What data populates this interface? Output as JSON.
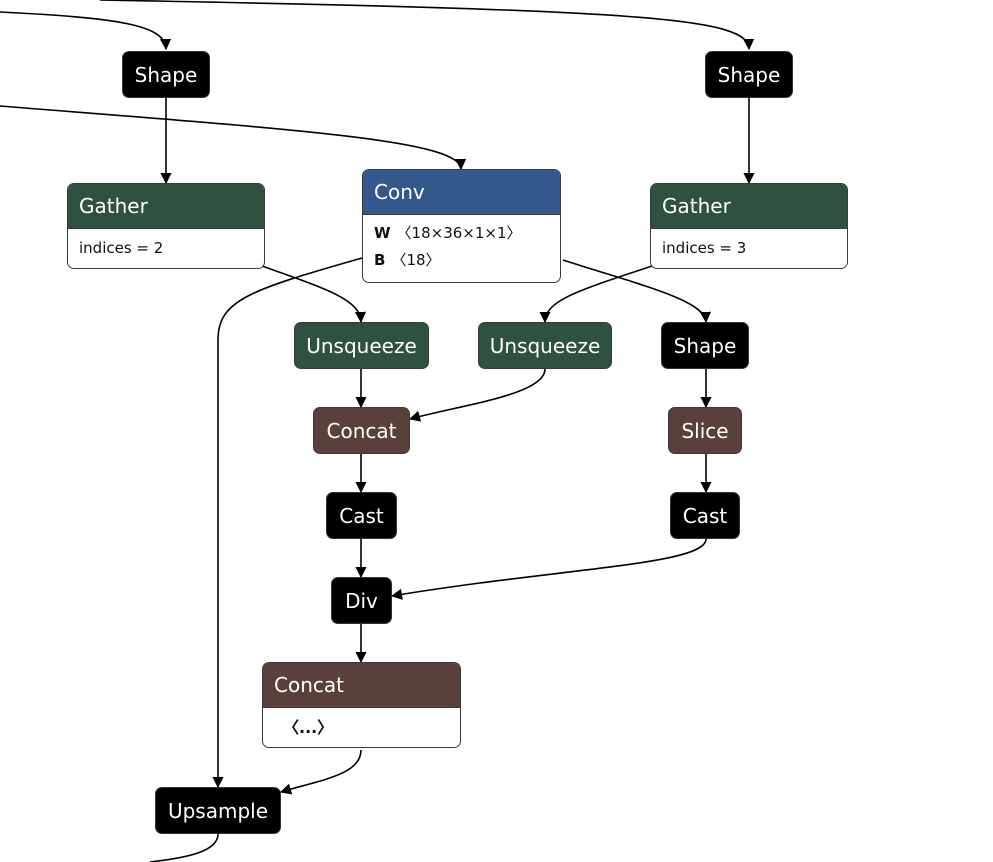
{
  "nodes": {
    "shape_1": {
      "label": "Shape"
    },
    "shape_2": {
      "label": "Shape"
    },
    "gather_1": {
      "label": "Gather",
      "attr": "indices = 2"
    },
    "conv": {
      "label": "Conv",
      "w_name": "W",
      "w_value": "〈18×36×1×1〉",
      "b_name": "B",
      "b_value": "〈18〉"
    },
    "gather_2": {
      "label": "Gather",
      "attr": "indices = 3"
    },
    "unsqueeze_1": {
      "label": "Unsqueeze"
    },
    "unsqueeze_2": {
      "label": "Unsqueeze"
    },
    "shape_3": {
      "label": "Shape"
    },
    "concat_1": {
      "label": "Concat"
    },
    "slice": {
      "label": "Slice"
    },
    "cast_1": {
      "label": "Cast"
    },
    "cast_2": {
      "label": "Cast"
    },
    "div": {
      "label": "Div"
    },
    "concat_2": {
      "label": "Concat",
      "attr": "〈...〉"
    },
    "upsample": {
      "label": "Upsample"
    }
  },
  "colors": {
    "black_node": "#000000",
    "gather_unsqueeze": "#2f5140",
    "concat_slice": "#5a403a",
    "conv": "#33588c",
    "edge": "#000000"
  }
}
